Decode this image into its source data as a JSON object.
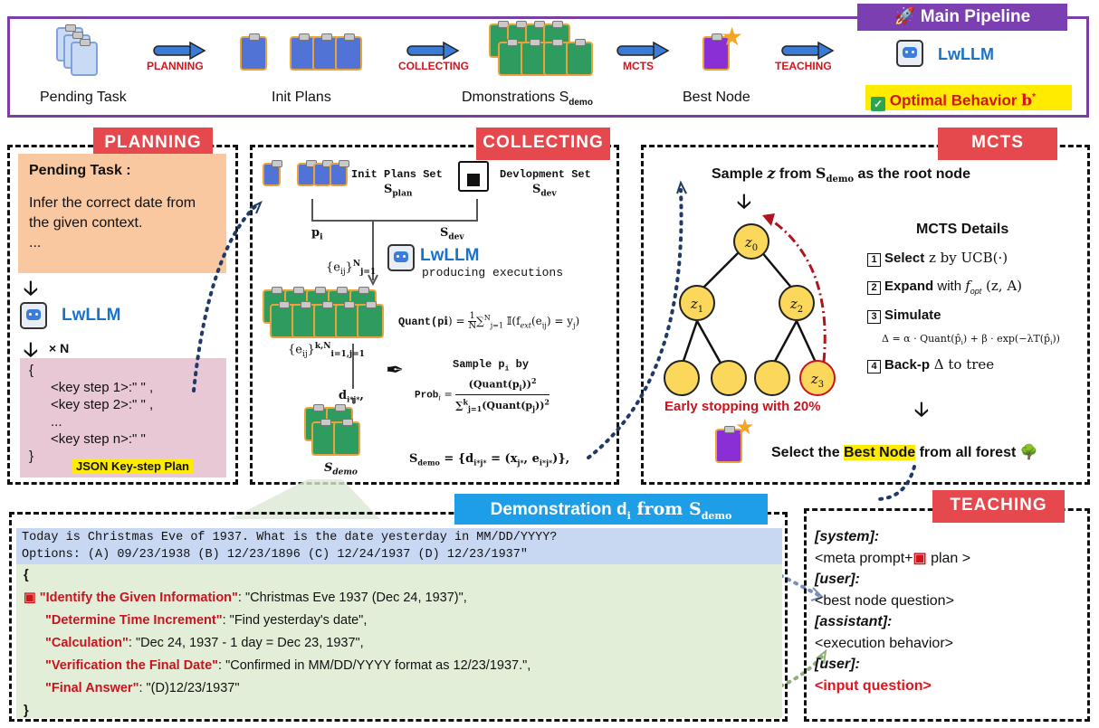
{
  "main_pipeline": {
    "tag": "🚀 Main Pipeline",
    "stages": [
      "Pending Task",
      "Init Plans",
      "Dmonstrations S",
      "Best Node"
    ],
    "stage3_sub": "demo",
    "arrows": [
      "PLANNING",
      "COLLECTING",
      "MCTS",
      "TEACHING"
    ],
    "lwllm": "LwLLM",
    "optimal": "Optimal Behavior",
    "optimal_sym": "b",
    "optimal_sup": "*"
  },
  "planning": {
    "tag": "PLANNING",
    "task_title": "Pending Task :",
    "task_body": "Infer the correct date from the given context.",
    "task_more": "...",
    "lwllm": "LwLLM",
    "times": "× N",
    "plan_open": "{",
    "steps": [
      "<key step 1>:\"  \" ,",
      "<key step 2>:\"  \" ,",
      "...",
      "<key step n>:\"  \""
    ],
    "plan_close": "}",
    "plan_label": "JSON Key-step Plan"
  },
  "collecting": {
    "tag": "COLLECTING",
    "init_set": "Init Plans Set",
    "init_sym": "S",
    "init_sub": "plan",
    "dev_set": "Devlopment Set",
    "dev_sym": "S",
    "dev_sub": "dev",
    "pi": "p",
    "pi_sub": "i",
    "sdev": "S",
    "sdev_sub": "dev",
    "lwllm": "LwLLM",
    "producing": "producing executions",
    "eij": "{e",
    "eij_sub": "ij",
    "eij_close": "}",
    "eij_sup1": "N",
    "eij_sub1": "j=1",
    "quant": "Quant(p",
    "quant_rest": ") = ",
    "quant_frac": "1",
    "quant_den": "N",
    "quant_sum": "∑",
    "quant_sum_sup": "N",
    "quant_sum_sub": "j=1",
    "quant_ind": " 𝕀(f",
    "quant_ind_sub": "ext",
    "quant_ind_rest": "(e",
    "quant_ind_rest_sub": "ij",
    "quant_ind_end": ") = y",
    "quant_y_sub": "j",
    "quant_close": ")",
    "eij2": "{e",
    "eij2_sub": "ij",
    "eij2_close": "}",
    "eij2_sup": "k,N",
    "eij2_sub2": "i=1,j=1",
    "sample_title": "Sample p",
    "sample_sub": "i",
    "sample_by": "by",
    "prob": "Prob",
    "prob_sub": "i",
    "prob_num": "(Quant(p",
    "prob_num_sub": "i",
    "prob_num_end": "))",
    "prob_num_sup": "2",
    "prob_den": "∑",
    "prob_den_sup": "k",
    "prob_den_sub": "j=1",
    "prob_den_rest": "(Quant(p",
    "prob_den_rest_sub": "j",
    "prob_den_end": "))",
    "prob_den_sup2": "2",
    "dij": "d",
    "dij_sub": "i*j*",
    "dij_comma": ",",
    "sdemo_label": "S",
    "sdemo_sub": "demo",
    "sdemo_def": "S",
    "sdemo_def_sub": "demo",
    "sdemo_def_rest": " = {d",
    "sdemo_def_d_sub": "i*j*",
    "sdemo_def_eq": " = (x",
    "sdemo_def_x_sub": "j*",
    "sdemo_def_comma": ", e",
    "sdemo_def_e_sub": "i*j*",
    "sdemo_def_end": ")},"
  },
  "mcts": {
    "tag": "MCTS",
    "root_text": "Sample ",
    "root_z": "z",
    "root_from": " from ",
    "root_S": "S",
    "root_sub": "demo",
    "root_end": " as the root node",
    "nodes": [
      "z",
      "z",
      "z",
      "z"
    ],
    "node_subs": [
      "0",
      "1",
      "2",
      "3"
    ],
    "details_title": "MCTS Details",
    "step_nums": [
      "1",
      "2",
      "3",
      "4"
    ],
    "step1_b": "Select",
    "step1_rest": " z by UCB(·)",
    "step2_b": "Expand",
    "step2_rest": " with ",
    "step2_f": "f",
    "step2_fsub": "opt",
    "step2_end": " (z, A)",
    "step3_b": "Simulate",
    "step3_formula": "Δ = α · Quant(p̂",
    "step3_formula_sub": "i",
    "step3_formula_mid": ") + β · exp(−λT(p̂",
    "step3_formula_sub2": "i",
    "step3_formula_end": "))",
    "step4_b": "Back-p",
    "step4_rest": " Δ to tree",
    "early": "Early stopping with  20%",
    "best_pre": "Select the ",
    "best_hl": "Best Node",
    "best_post": " from all forest 🌳"
  },
  "demo": {
    "tag": "Demonstration d",
    "tag_sub": "i",
    "tag_from": " from S",
    "tag_from_sub": "demo",
    "q1": "Today is Christmas Eve of 1937. What is the date yesterday in MM/DD/YYYY?",
    "q2": "Options: (A) 09/23/1938 (B) 12/23/1896  (C) 12/24/1937 (D) 12/23/1937\"",
    "open": "{",
    "lines": [
      {
        "key": "\"Identify the Given Information\"",
        "val": ": \"Christmas Eve 1937 (Dec 24, 1937)\","
      },
      {
        "key": "\"Determine Time Increment\"",
        "val": ": \"Find yesterday's date\","
      },
      {
        "key": "\"Calculation\"",
        "val": ": \"Dec 24, 1937 - 1 day = Dec 23, 1937\","
      },
      {
        "key": "\"Verification the Final Date\"",
        "val": ": \"Confirmed in MM/DD/YYYY format as 12/23/1937.\","
      },
      {
        "key": "\"Final Answer\"",
        "val": ": \"(D)12/23/1937\""
      }
    ],
    "close": "}"
  },
  "teaching": {
    "tag": "TEACHING",
    "system": "[system]:",
    "sys_text1": "<meta prompt+",
    "sys_text2": " plan >",
    "user1": "[user]:",
    "user1_text": "<best node question>",
    "assistant": "[assistant]:",
    "assistant_text": "<execution behavior>",
    "user2": "[user]:",
    "user2_text": "<input question>"
  }
}
